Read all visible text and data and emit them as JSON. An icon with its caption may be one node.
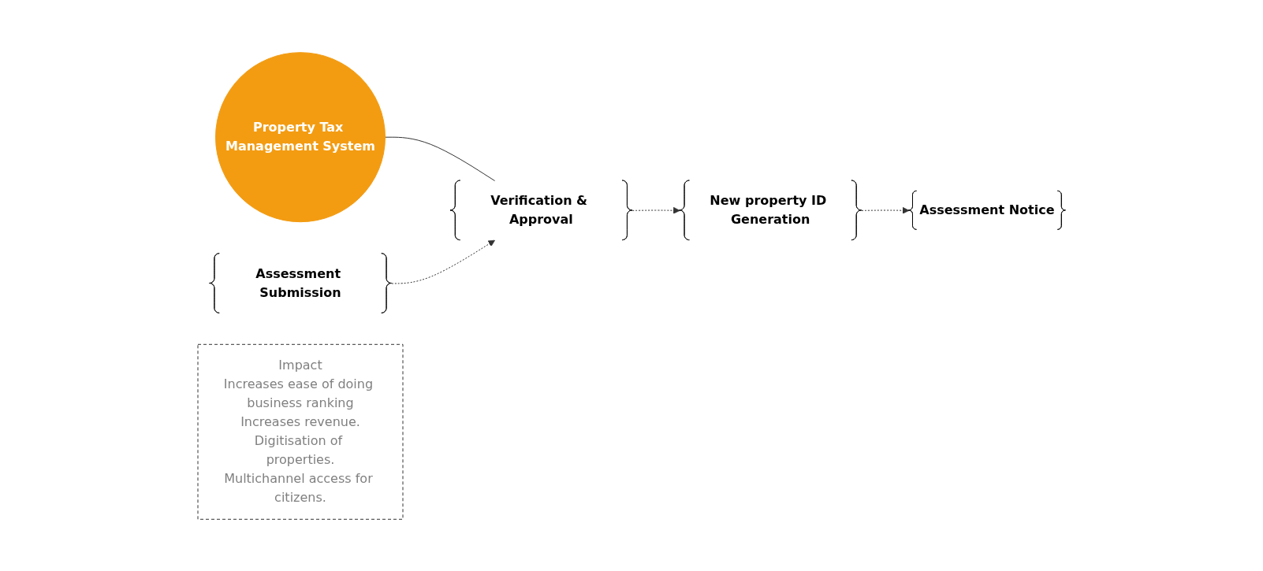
{
  "diagram": {
    "nodes": [
      {
        "text": [
          "Property Tax Management System"
        ]
      },
      {
        "text": [
          "Assessment Submission"
        ]
      },
      {
        "text": [
          "Verification & Approval"
        ]
      },
      {
        "text": [
          "New property ID Generation"
        ]
      },
      {
        "text": [
          "Assessment Notice"
        ]
      },
      {
        "text": [
          "Impact",
          "Increases ease of doing business ranking",
          "Increases revenue.",
          "Digitisation of properties.",
          "Multichannel access for citizens."
        ]
      }
    ],
    "edges": [
      {
        "from": 0,
        "to": 2,
        "arrow": "none"
      },
      {
        "from": 1,
        "to": 2,
        "arrow": "to",
        "style": "dashed"
      },
      {
        "from": 2,
        "to": 3,
        "arrow": "to",
        "style": "dashed"
      },
      {
        "from": 3,
        "to": 4,
        "arrow": "to",
        "style": "dashed"
      }
    ]
  }
}
